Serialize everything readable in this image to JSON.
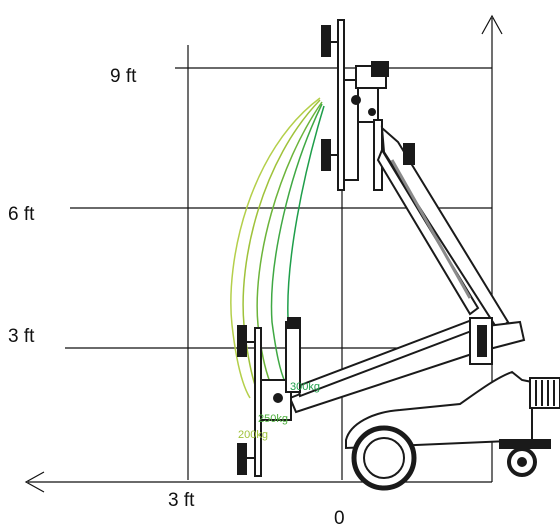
{
  "axes": {
    "y_labels": [
      "9 ft",
      "6 ft",
      "3 ft"
    ],
    "x_labels": [
      "3 ft",
      "0"
    ]
  },
  "capacity_labels": [
    "300kg",
    "250kg",
    "200kg"
  ],
  "colors": {
    "grid": "#111111",
    "machine": "#1a1a1a",
    "arc_300": "#1e9e4a",
    "arc_250": "#4cae3c",
    "arc_200": "#9fc23a",
    "hydraulic": "#8a8a8a"
  }
}
